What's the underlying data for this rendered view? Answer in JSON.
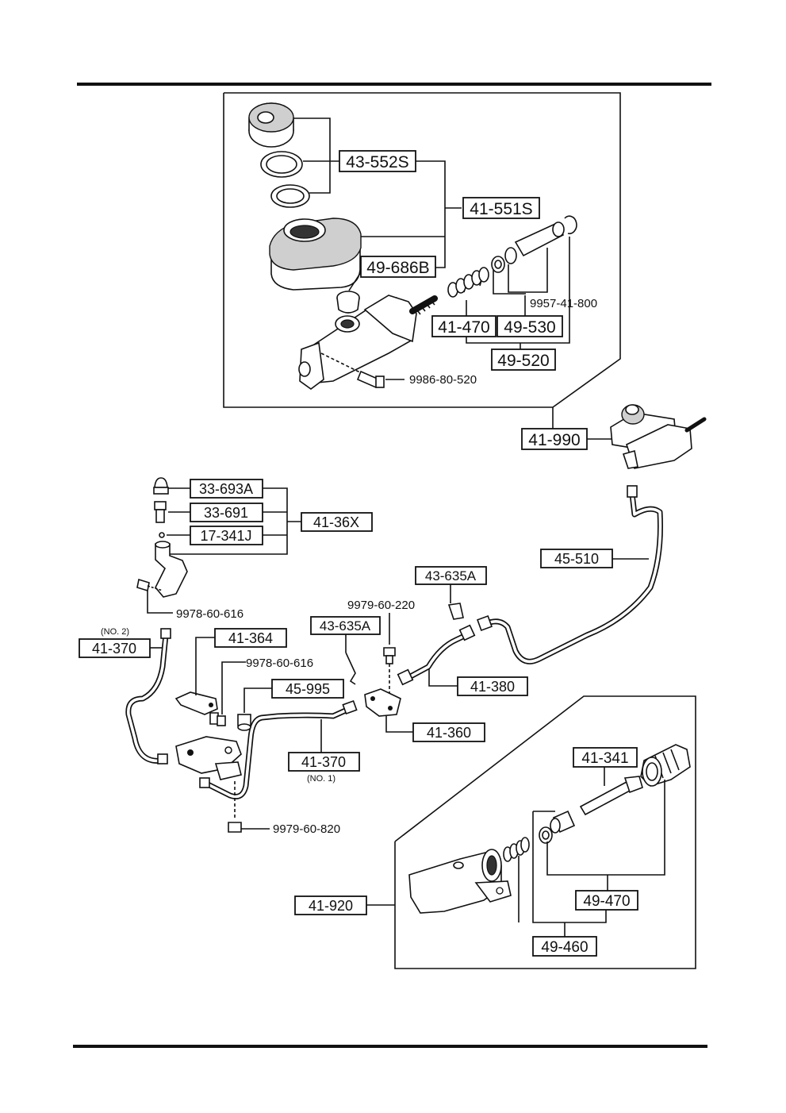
{
  "labels": {
    "l_43_552S": "43-552S",
    "l_41_551S": "41-551S",
    "l_49_686B": "49-686B",
    "l_9957_41_800": "9957-41-800",
    "l_41_470": "41-470",
    "l_49_530": "49-530",
    "l_49_520": "49-520",
    "l_9986_80_520": "9986-80-520",
    "l_41_990": "41-990",
    "l_33_693A": "33-693A",
    "l_33_691": "33-691",
    "l_17_341J": "17-341J",
    "l_41_36X": "41-36X",
    "l_45_510": "45-510",
    "l_43_635A_top": "43-635A",
    "l_9979_60_220": "9979-60-220",
    "l_9978_60_616_a": "9978-60-616",
    "l_no2": "(NO. 2)",
    "l_41_370_a": "41-370",
    "l_41_364": "41-364",
    "l_43_635A_mid": "43-635A",
    "l_9978_60_616_b": "9978-60-616",
    "l_45_995": "45-995",
    "l_41_380": "41-380",
    "l_41_360": "41-360",
    "l_41_370_b": "41-370",
    "l_no1": "(NO. 1)",
    "l_9979_60_820": "9979-60-820",
    "l_41_341": "41-341",
    "l_41_920": "41-920",
    "l_49_470": "49-470",
    "l_49_460": "49-460"
  }
}
